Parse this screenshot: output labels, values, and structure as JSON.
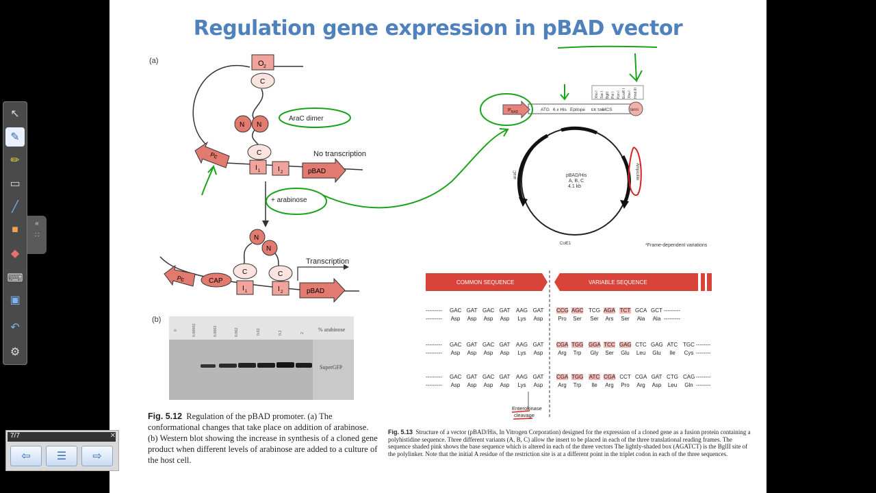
{
  "title": "Regulation gene expression in pBAD vector",
  "fig_a": {
    "panel_label": "(a)",
    "o2": "O",
    "o2_sub": "2",
    "c": "C",
    "n": "N",
    "i1": "I",
    "i1_sub": "1",
    "i2": "I",
    "i2_sub": "2",
    "pc": "Pc",
    "pbad": "pBAD",
    "arac_dimer": "AraC dimer",
    "no_transcription": "No transcription",
    "plus_arabinose": "+ arabinose",
    "cap": "CAP",
    "transcription": "Transcription"
  },
  "fig_b": {
    "panel_label": "(b)",
    "lanes": [
      "0",
      "0.00002",
      "0.0002",
      "0.002",
      "0.02",
      "0.2",
      "2"
    ],
    "arabinose_label": "% arabinose",
    "band_label": "SuperGFP"
  },
  "caption_512": {
    "fig": "Fig. 5.12",
    "text": "Regulation of the pBAD promoter. (a) The conformational changes that take place on addition of arabinose. (b) Western blot showing the increase in synthesis of a cloned gene product when different levels of arabinose are added to a culture of the host cell."
  },
  "vector": {
    "pbad": "P",
    "pbad_sub": "BAD",
    "atg": "ATG",
    "his": "6 x His",
    "epitope": "Epitope",
    "ek_site": "EK Site",
    "mcs": "MCS",
    "term": "term",
    "sites": [
      "Xho I",
      "Sac I",
      "BglII",
      "Pst I",
      "Kpn I",
      "EcoR I",
      "Xba I",
      "Hind III"
    ],
    "plasmid_name": "pBAD/His",
    "plasmid_variants": "A, B, C",
    "plasmid_size": "4.1 kb",
    "arac": "araC",
    "ampicillin": "Ampicillin",
    "ori": "ColE1",
    "footnote": "*Frame-dependent variations"
  },
  "sequence": {
    "common": "COMMON SEQUENCE",
    "variable": "VARIABLE SEQUENCE",
    "common_codons": [
      "GAC",
      "GAT",
      "GAC",
      "GAT",
      "AAG",
      "GAT"
    ],
    "common_aa": [
      "Asp",
      "Asp",
      "Asp",
      "Asp",
      "Lys",
      "Asp"
    ],
    "rows": [
      {
        "codons": [
          "CCG",
          "AGC",
          "TCG",
          "AGA",
          "TCT",
          "GCA",
          "GCT"
        ],
        "aa": [
          "Pro",
          "Ser",
          "Ser",
          "Ars",
          "Ser",
          "Ala",
          "Ala"
        ],
        "hl": [
          0,
          1,
          3,
          4
        ],
        "tail": "---------"
      },
      {
        "codons": [
          "CGA",
          "TGG",
          "GGA",
          "TCC",
          "GAG",
          "CTC",
          "GAG",
          "ATC",
          "TGC"
        ],
        "aa": [
          "Arg",
          "Trp",
          "Gly",
          "Ser",
          "Glu",
          "Leu",
          "Glu",
          "Ile",
          "Cys"
        ],
        "hl": [
          0,
          1,
          2,
          3,
          4
        ],
        "tail": "--------"
      },
      {
        "codons": [
          "CGA",
          "TGG",
          "ATC",
          "CGA",
          "CCT",
          "CGA",
          "GAT",
          "CTG",
          "CAG"
        ],
        "aa": [
          "Arg",
          "Trp",
          "Ile",
          "Arg",
          "Pro",
          "Arg",
          "Asp",
          "Leu",
          "Gln"
        ],
        "hl": [
          0,
          1,
          2,
          3
        ],
        "tail": "--------"
      }
    ],
    "enterokinase": "Enterokinase",
    "cleavage": "cleavage"
  },
  "caption_513": {
    "fig": "Fig. 5.13",
    "text": "Structure of a vector (pBAD/His, In Vitrogen Corporation) designed for the expression of a cloned gene as a fusion protein containing a polyhistidine sequence. Three different variants (A, B, C) allow the insert to be placed in each of the three translational reading frames. The sequence shaded pink shows the base sequence which is altered in each of the three vectors The lightly-shaded box (AGATCT) is the BglII site of the polylinker. Note that the initial A residue of the restriction site is at a different point in the triplet codon in each of the three sequences."
  },
  "pager": {
    "label": "7/7"
  },
  "colors": {
    "title": "#4f81bd",
    "salmon": "#e9827a",
    "ink": "#1aa31a",
    "banner": "#d9443a"
  }
}
